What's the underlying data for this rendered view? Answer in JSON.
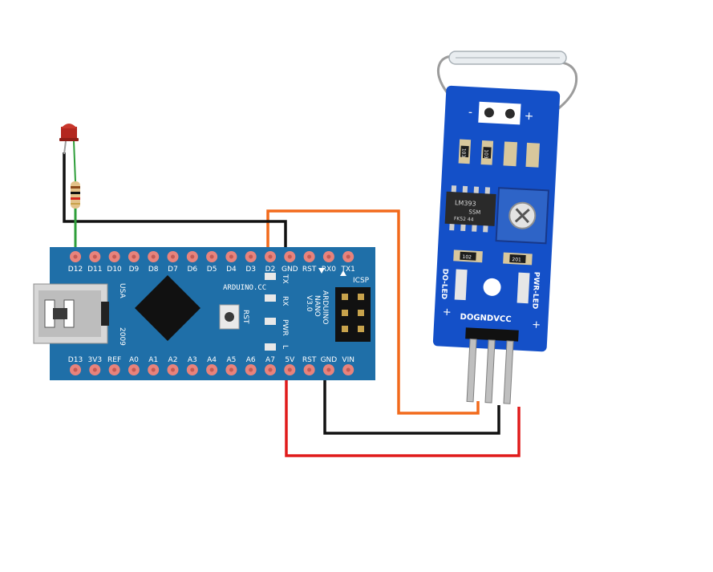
{
  "arduino": {
    "board_name_lines": [
      "ARDUINO",
      "NANO",
      "V3.0"
    ],
    "brand": "ARDUINO.CC",
    "usa": "USA",
    "year": "2009",
    "icsp": "ICSP",
    "rst_button": "RST",
    "leds": [
      "TX",
      "RX",
      "PWR",
      "L"
    ],
    "top_pins": [
      "D12",
      "D11",
      "D10",
      "D9",
      "D8",
      "D7",
      "D6",
      "D5",
      "D4",
      "D3",
      "D2",
      "GND",
      "RST",
      "RX0",
      "TX1"
    ],
    "bottom_pins": [
      "D13",
      "3V3",
      "REF",
      "A0",
      "A1",
      "A2",
      "A3",
      "A4",
      "A5",
      "A6",
      "A7",
      "5V",
      "RST",
      "GND",
      "VIN"
    ],
    "board_color": "#1f6fa8",
    "pad_color": "#e8837c"
  },
  "sensor": {
    "chip": [
      "LM393",
      "SSM",
      "FK52 44"
    ],
    "resistors": [
      "103",
      "103",
      "102",
      "201"
    ],
    "do_led": "DO-LED",
    "pwr_led": "PWR-LED",
    "pins_label": "DOGNDVCC",
    "minus": "-",
    "plus": "+",
    "plus_left": "+",
    "plus_right": "+",
    "board_color": "#1450c8"
  },
  "wires": {
    "signal_color": "#f26a1b",
    "ground_color": "#111111",
    "power_color": "#e01b1b",
    "led_wire_color": "#2e9e3a"
  }
}
